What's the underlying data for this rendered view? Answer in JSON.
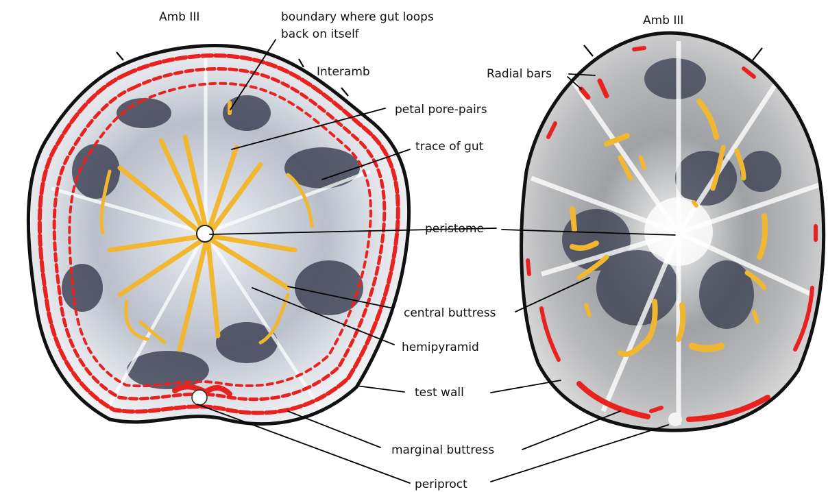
{
  "colors": {
    "background": "#ffffff",
    "test_wall": "#111111",
    "section_grey": "#c9ced8",
    "marginal_red": "#e8231f",
    "internal_yellow": "#f2b731",
    "dark_tissue": "#2e3347"
  },
  "left_specimen": {
    "amb_label": "Amb III",
    "interamb_label": "Interamb"
  },
  "right_specimen": {
    "amb_label": "Amb III",
    "radial_bars_label": "Radial bars"
  },
  "labels": {
    "gut_boundary_line1": "boundary where gut loops",
    "gut_boundary_line2": "back on itself",
    "petal_pore_pairs": "petal pore-pairs",
    "trace_of_gut": "trace of gut",
    "peristome": "peristome",
    "central_buttress": "central buttress",
    "hemipyramid": "hemipyramid",
    "test_wall": "test wall",
    "marginal_buttress": "marginal buttress",
    "periproct": "periproct"
  }
}
